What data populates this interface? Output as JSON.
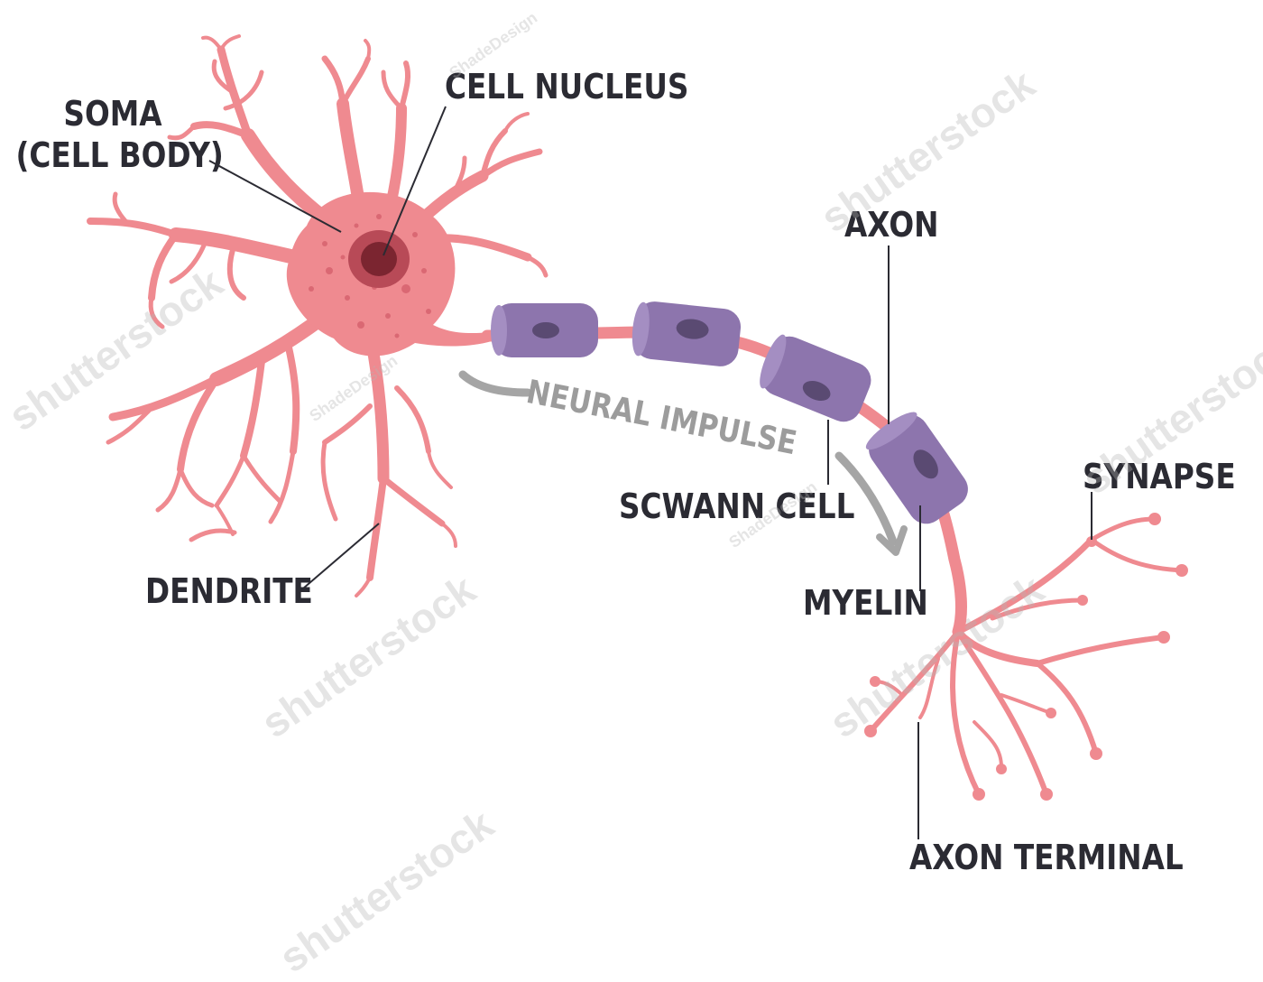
{
  "labels": {
    "soma_line1": "SOMA",
    "soma_line2": "(CELL BODY)",
    "cell_nucleus": "CELL NUCLEUS",
    "axon": "AXON",
    "synapse": "SYNAPSE",
    "scwann_cell": "SCWANN CELL",
    "myelin": "MYELIN",
    "dendrite": "DENDRITE",
    "axon_terminal": "AXON TERMINAL",
    "neural_impulse": "NEURAL IMPULSE"
  },
  "watermarks": {
    "brand": "shutterstock",
    "author": "ShadeDesign"
  },
  "colors": {
    "neuron_pink": "#ef8a90",
    "neuron_pink_dark": "#e0707a",
    "nucleus_outer": "#b84a57",
    "nucleus_inner": "#7b2530",
    "myelin_purple": "#8d75ad",
    "myelin_dark": "#5a4a72",
    "label_text": "#2b2b33",
    "leader_line": "#2b2b33",
    "impulse_gray": "#a5a5a5"
  }
}
